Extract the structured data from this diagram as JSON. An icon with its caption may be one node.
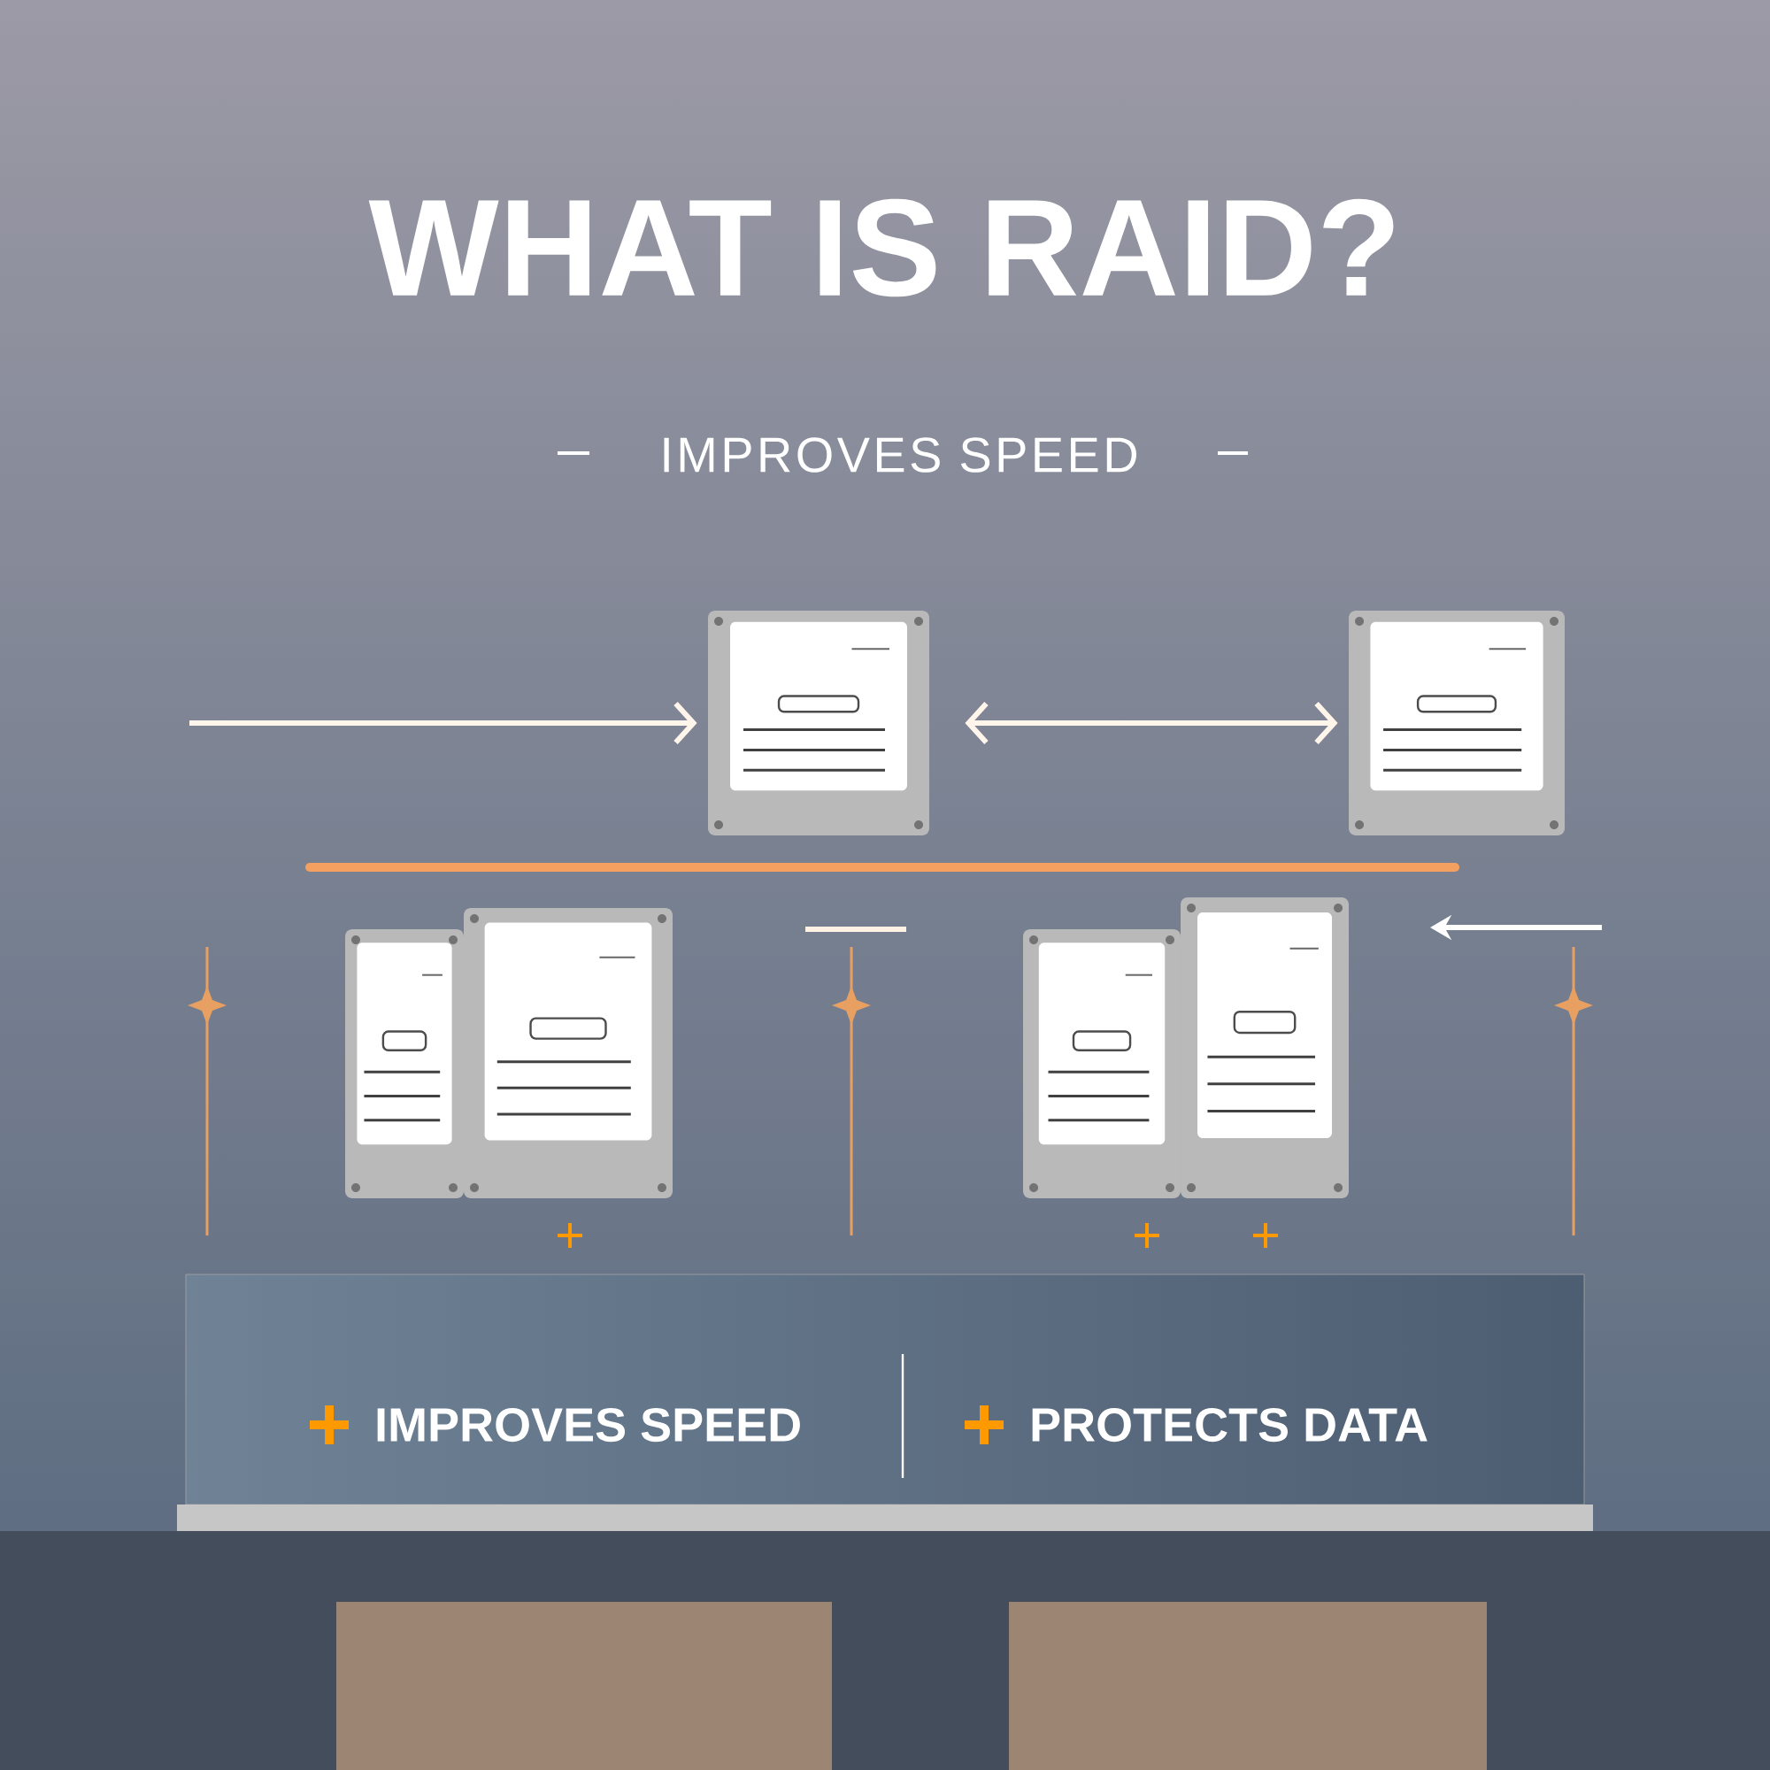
{
  "diagram": {
    "title": "WHAT IS RAID?",
    "nodes": [
      {
        "text": [],
        "shape": "picture"
      },
      {
        "text": [],
        "shape": "picture"
      },
      {
        "text": [],
        "shape": "picture"
      },
      {
        "text": [],
        "shape": "picture"
      },
      {
        "text": [],
        "shape": "picture"
      },
      {
        "text": [],
        "shape": "picture"
      }
    ],
    "edges": [
      {
        "from": null,
        "to": 0,
        "arrow": "to"
      },
      {
        "from": 0,
        "to": 1,
        "arrow": "both"
      }
    ],
    "labels": [
      "IMPROVES SPEED",
      "IMPROVES SPEED",
      "PROTECTS DATA"
    ]
  }
}
